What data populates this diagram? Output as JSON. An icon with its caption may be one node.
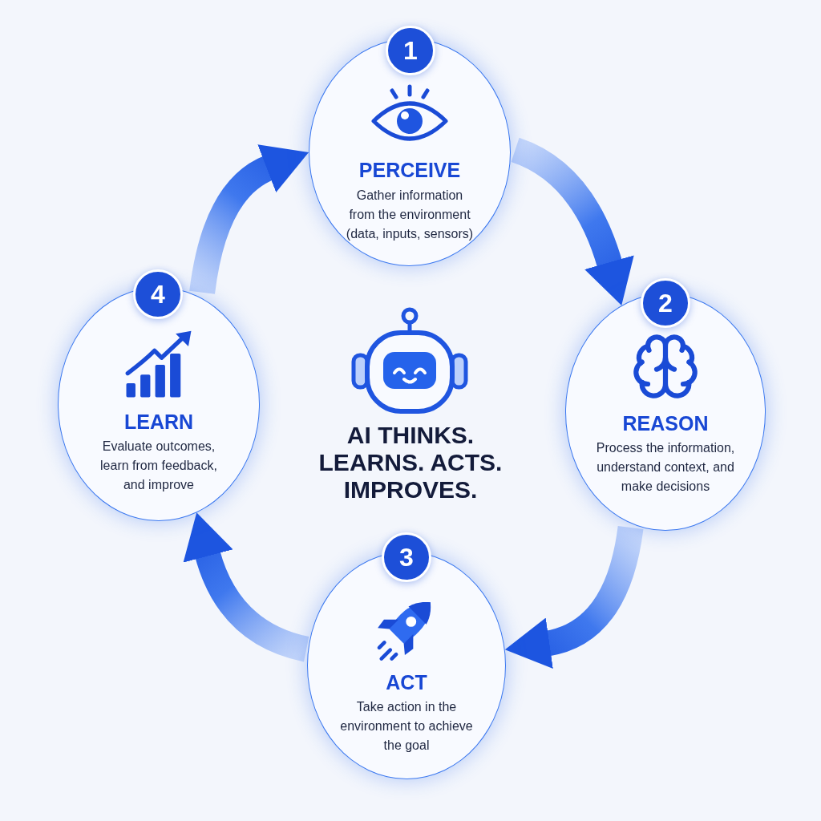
{
  "diagram": {
    "title": "AI THINKS. LEARNS. ACTS. IMPROVES.",
    "nodes": [
      {
        "text": [
          "1"
        ]
      },
      {
        "text": [
          "PERCEIVE",
          "Gather information from the environment (data, inputs, sensors)"
        ]
      },
      {
        "text": [
          "2"
        ]
      },
      {
        "text": [
          "REASON",
          "Process the information, understand context, and make decisions"
        ]
      },
      {
        "text": [
          "3"
        ]
      },
      {
        "text": [
          "ACT",
          "Take action in the environment to achieve the goal"
        ]
      },
      {
        "text": [
          "4"
        ]
      },
      {
        "text": [
          "LEARN",
          "Evaluate outcomes, learn from feedback, and improve"
        ]
      }
    ],
    "edges": [
      {
        "from": 1,
        "to": 3,
        "arrow": "to",
        "style": "thick"
      },
      {
        "from": 3,
        "to": 5,
        "arrow": "to",
        "style": "thick"
      },
      {
        "from": 5,
        "to": 7,
        "arrow": "to",
        "style": "thick"
      },
      {
        "from": 7,
        "to": 1,
        "arrow": "to",
        "style": "thick"
      }
    ]
  }
}
